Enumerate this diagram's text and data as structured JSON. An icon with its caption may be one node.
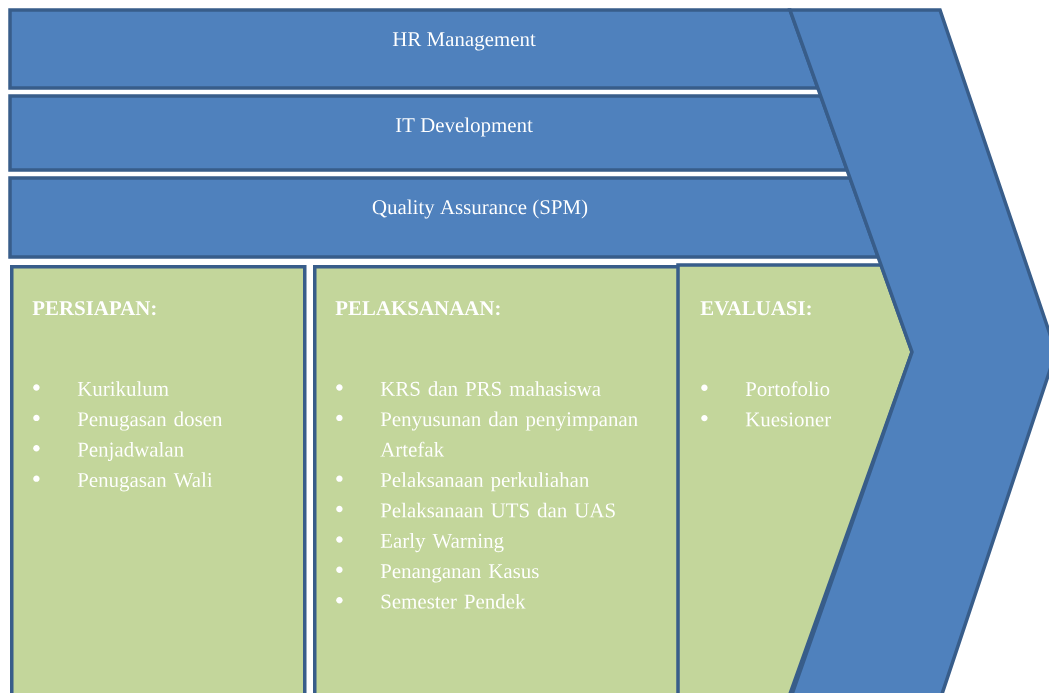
{
  "diagram": {
    "nodes": [
      {
        "text": [
          "HR Management"
        ]
      },
      {
        "text": [
          "IT Development"
        ]
      },
      {
        "text": [
          "Quality Assurance (SPM)"
        ]
      },
      {
        "text": [
          "PERSIAPAN:",
          "Kurikulum",
          "Penugasan dosen",
          "Penjadwalan",
          "Penugasan Wali"
        ]
      },
      {
        "text": [
          "PELAKSANAAN:",
          "KRS dan PRS mahasiswa",
          "Penyusunan dan penyimpanan Artefak",
          "Pelaksanaan perkuliahan",
          "Pelaksanaan UTS dan UAS",
          "Early Warning",
          "Penanganan Kasus",
          "Semester Pendek"
        ]
      },
      {
        "text": [
          "EVALUASI:",
          "Portofolio",
          "Kuesioner"
        ]
      },
      {
        "text": [],
        "shape": "chevron"
      }
    ]
  }
}
